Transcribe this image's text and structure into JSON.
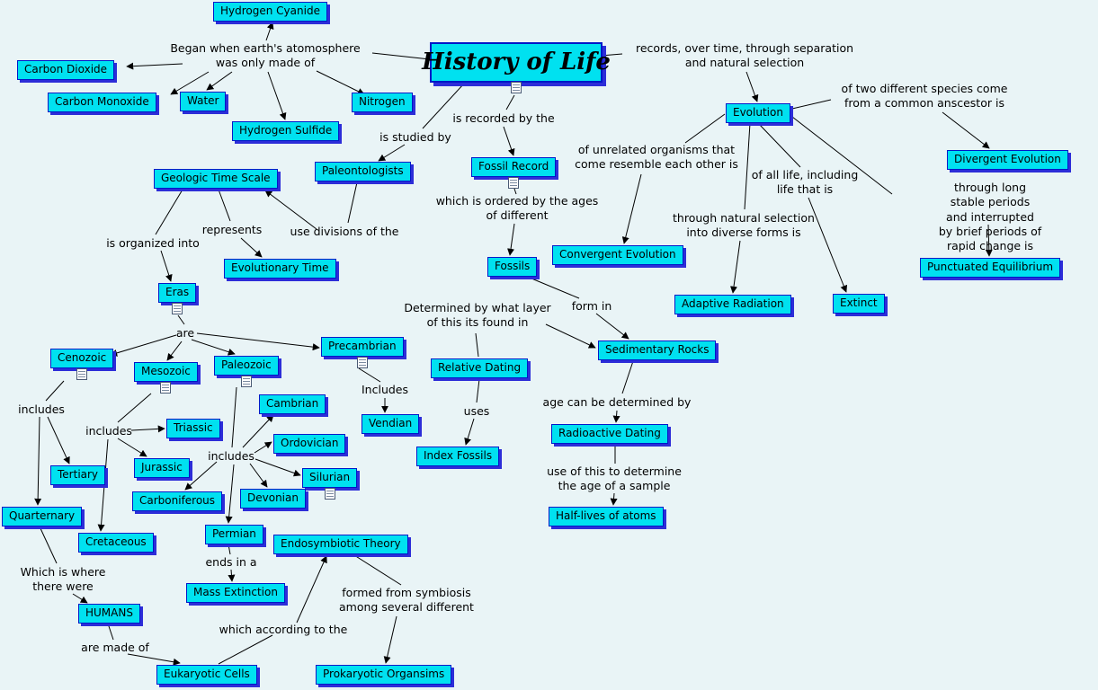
{
  "colors": {
    "background": "#e9f4f6",
    "node_fill": "#00e1f0",
    "node_border": "#0018c8",
    "node_shadow": "#2d2dd8",
    "line": "#000000"
  },
  "nodes": {
    "history_of_life": "History of Life",
    "hydrogen_cyanide": "Hydrogen Cyanide",
    "carbon_dioxide": "Carbon Dioxide",
    "carbon_monoxide": "Carbon Monoxide",
    "water": "Water",
    "hydrogen_sulfide": "Hydrogen Sulfide",
    "nitrogen": "Nitrogen",
    "evolution": "Evolution",
    "divergent_evolution": "Divergent Evolution",
    "paleontologists": "Paleontologists",
    "fossil_record": "Fossil Record",
    "geologic_time_scale": "Geologic Time Scale",
    "evolutionary_time": "Evolutionary Time",
    "fossils": "Fossils",
    "convergent_evolution": "Convergent Evolution",
    "adaptive_radiation": "Adaptive Radiation",
    "extinct": "Extinct",
    "punctuated_equilibrium": "Punctuated Equilibrium",
    "eras": "Eras",
    "precambrian": "Precambrian",
    "cenozoic": "Cenozoic",
    "mesozoic": "Mesozoic",
    "paleozoic": "Paleozoic",
    "sedimentary_rocks": "Sedimentary Rocks",
    "relative_dating": "Relative Dating",
    "cambrian": "Cambrian",
    "vendian": "Vendian",
    "triassic": "Triassic",
    "ordovician": "Ordovician",
    "radioactive_dating": "Radioactive Dating",
    "index_fossils": "Index Fossils",
    "silurian": "Silurian",
    "jurassic": "Jurassic",
    "tertiary": "Tertiary",
    "carboniferous": "Carboniferous",
    "devonian": "Devonian",
    "quarternary": "Quarternary",
    "cretaceous": "Cretaceous",
    "permian": "Permian",
    "endosymbiotic_theory": "Endosymbiotic Theory",
    "half_lives": "Half-lives of atoms",
    "mass_extinction": "Mass Extinction",
    "humans": "HUMANS",
    "eukaryotic_cells": "Eukaryotic Cells",
    "prokaryotic_organsims": "Prokaryotic Organsims"
  },
  "labels": {
    "began": "Began when earth's atomosphere\nwas only made of",
    "records": "records, over time, through separation\nand natural selection",
    "two_species": "of two different species come\nfrom a common anscestor is",
    "is_recorded": "is recorded by the",
    "is_studied": "is studied by",
    "unrelated": "of unrelated organisms that\ncome resemble each other is",
    "of_all_life": "of all life, including\nlife that is",
    "long_stable": "through long stable periods\nand interrupted\nby brief periods of rapid change is",
    "ordered": "which is ordered by the ages\nof different",
    "represents": "represents",
    "use_divisions": "use divisions of the",
    "organized": "is organized into",
    "natural_selection": "through natural selection\ninto diverse forms is",
    "determined": "Determined by what layer\nof this its found in",
    "form_in": "form in",
    "are": "are",
    "includes_cenozoic": "includes",
    "includes_mesozoic": "includes",
    "includes_precambrian": "Includes",
    "includes_paleozoic": "includes",
    "uses": "uses",
    "age_determined": "age can be determined by",
    "use_of_this": "use of this to determine\nthe age of a sample",
    "which_is_where": "Which is where\nthere were",
    "ends_in": "ends in a",
    "formed_from": "formed from symbiosis\namong several different",
    "according": "which according to the",
    "are_made_of": "are made of"
  }
}
